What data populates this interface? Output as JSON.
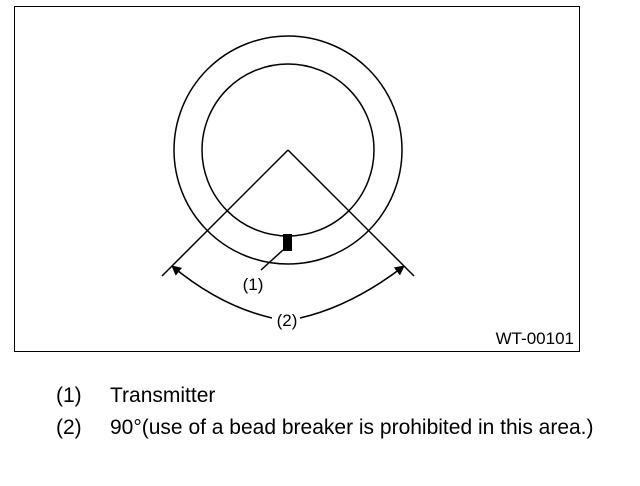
{
  "figure": {
    "code": "WT-00101",
    "callouts": [
      "(1)",
      "(2)"
    ]
  },
  "legend": [
    {
      "number": "(1)",
      "text": "Transmitter"
    },
    {
      "number": "(2)",
      "text": "90°(use of a bead breaker is prohibited in this area.)"
    }
  ]
}
